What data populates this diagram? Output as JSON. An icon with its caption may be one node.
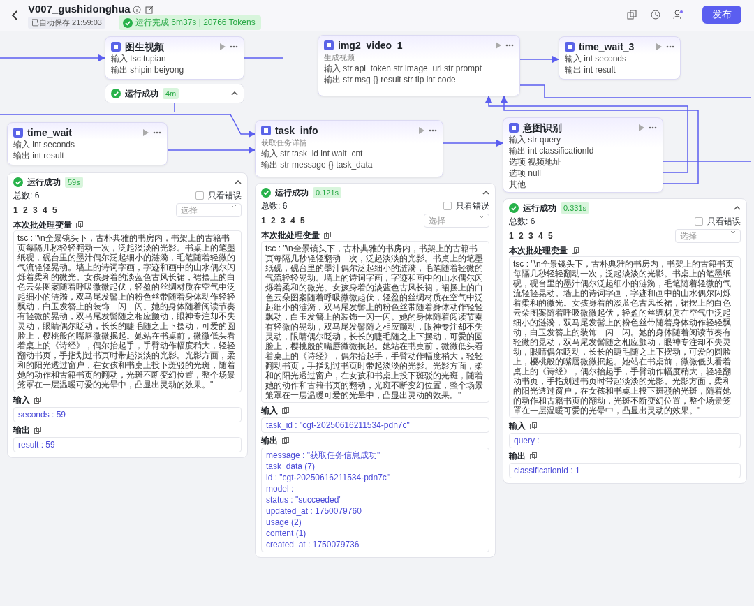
{
  "diagram": {
    "title": "V007_gushidonghua",
    "nodes": [
      {
        "text": [
          "图生视频",
          "输入 tsc tupian",
          "输出 shipin beiyong"
        ]
      },
      {
        "text": [
          "运行成功",
          "4m"
        ]
      },
      {
        "text": [
          "time_wait",
          "输入 int seconds",
          "输出 int result"
        ]
      },
      {
        "text": [
          "运行成功",
          "59s",
          "总数: 6",
          "只看错误",
          "1 2 3 4 5",
          "选择",
          "本次批处理变量",
          "tsc : \"\\n全景镜头下，古朴典雅的书房内，书架上的古籍书页每隔几秒轻轻翻动一次，泛起淡淡的光影。书桌上的笔墨纸砚，砚台里的墨汁偶尔泛起细小的涟漪，毛笔随着轻微的气流轻轻晃动。墙上的诗词字画，字迹和画中的山水偶尔闪烁着柔和的微光。女孩身着的淡蓝色古风长裙，裙摆上的白色云朵图案随着呼吸微微起伏，轻盈的丝绸材质在空气中泛起细小的涟漪，双马尾发髻上的粉色丝带随着身体动作轻轻飘动，白玉发簪上的装饰一闪一闪。她的身体随着阅读节奏有轻微的晃动，双马尾发髻随之相应颤动，眼神专注却不失灵动，眼睛偶尔眨动，长长的睫毛随之上下摆动，可爱的圆脸上，樱桃般的嘴唇微微抿起。她站在书桌前，微微低头看着桌上的《诗经》，偶尔抬起手，手臂动作幅度稍大，轻轻翻动书页，手指划过书页时带起淡淡的光影。光影方面，柔和的阳光透过窗户，在女孩和书桌上投下斑驳的光斑，随着她的动作和古籍书页的翻动，光斑不断变幻位置，整个场景笼罩在一层温暖可爱的光晕中，凸显出灵动的效果。\"",
          "输入",
          "seconds : 59",
          "输出",
          "result : 59"
        ]
      },
      {
        "text": [
          "task_info",
          "获取任务详情",
          "输入 str task_id int wait_cnt",
          "输出 str message {} task_data"
        ]
      },
      {
        "text": [
          "运行成功",
          "0.121s",
          "总数: 6",
          "只看错误",
          "1 2 3 4 5",
          "选择",
          "本次批处理变量",
          "tsc : \"\\n全景镜头下，古朴典雅的书房内，书架上的古籍书页每隔几秒轻轻翻动一次，泛起淡淡的光影。书桌上的笔墨纸砚，砚台里的墨汁偶尔泛起细小的涟漪，毛笔随着轻微的气流轻轻晃动。墙上的诗词字画，字迹和画中的山水偶尔闪烁着柔和的微光。女孩身着的淡蓝色古风长裙，裙摆上的白色云朵图案随着呼吸微微起伏，轻盈的丝绸材质在空气中泛起细小的涟漪，双马尾发髻上的粉色丝带随着身体动作轻轻飘动，白玉发簪上的装饰一闪一闪。她的身体随着阅读节奏有轻微的晃动，双马尾发髻随之相应颤动，眼神专注却不失灵动，眼睛偶尔眨动，长长的睫毛随之上下摆动，可爱的圆脸上，樱桃般的嘴唇微微抿起。她站在书桌前，微微低头看着桌上的《诗经》，偶尔抬起手，手臂动作幅度稍大，轻轻翻动书页，手指划过书页时带起淡淡的光影。光影方面，柔和的阳光透过窗户，在女孩和书桌上投下斑驳的光斑，随着她的动作和古籍书页的翻动，光斑不断变幻位置，整个场景笼罩在一层温暖可爱的光晕中，凸显出灵动的效果。\"",
          "输入",
          "task_id : \"cgt-20250616211534-pdn7c\"",
          "输出",
          "message : \"获取任务信息成功\"",
          "task_data (7)",
          "id : \"cgt-20250616211534-pdn7c\"",
          "model :",
          "status : \"succeeded\"",
          "updated_at : 1750079760",
          "usage (2)",
          "content (1)",
          "created_at : 1750079736"
        ]
      },
      {
        "text": [
          "意图识别",
          "输入 str query",
          "输出 int classificationId",
          "选项 视频地址",
          "选项 null",
          "其他"
        ]
      },
      {
        "text": [
          "运行成功",
          "0.331s",
          "总数: 6",
          "只看错误",
          "1 2 3 4 5",
          "选择",
          "本次批处理变量",
          "tsc : \"\\n全景镜头下，古朴典雅的书房内，书架上的古籍书页每隔几秒轻轻翻动一次，泛起淡淡的光影。书桌上的笔墨纸砚，砚台里的墨汁偶尔泛起细小的涟漪，毛笔随着轻微的气流轻轻晃动。墙上的诗词字画，字迹和画中的山水偶尔闪烁着柔和的微光。女孩身着的淡蓝色古风长裙，裙摆上的白色云朵图案随着呼吸微微起伏，轻盈的丝绸材质在空气中泛起细小的涟漪，双马尾发髻上的粉色丝带随着身体动作轻轻飘动，白玉发簪上的装饰一闪一闪。她的身体随着阅读节奏有轻微的晃动，双马尾发髻随之相应颤动，眼神专注却不失灵动，眼睛偶尔眨动，长长的睫毛随之上下摆动，可爱的圆脸上，樱桃般的嘴唇微微抿起。她站在书桌前，微微低头看着桌上的《诗经》，偶尔抬起手，手臂动作幅度稍大，轻轻翻动书页，手指划过书页时带起淡淡的光影。光影方面，柔和的阳光透过窗户，在女孩和书桌上投下斑驳的光斑，随着她的动作和古籍书页的翻动，光斑不断变幻位置，整个场景笼罩在一层温暖可爱的光晕中，凸显出灵动的效果。\"",
          "输入",
          "query :",
          "输出",
          "classificationId : 1"
        ]
      },
      {
        "text": [
          "img2_video_1",
          "生成视频",
          "输入 str api_token str image_url str prompt",
          "输出 str msg {} result str tip int code"
        ]
      },
      {
        "text": [
          "time_wait_3",
          "输入 int seconds",
          "输出 int result"
        ]
      }
    ],
    "edges": [
      {
        "from": null,
        "to": 0,
        "arrow": "to"
      },
      {
        "from": 0,
        "to": null,
        "arrow": "none"
      },
      {
        "from": 1,
        "to": null,
        "arrow": "none"
      },
      {
        "from": null,
        "to": 4,
        "arrow": "to"
      },
      {
        "from": 2,
        "to": 4,
        "arrow": "to"
      },
      {
        "from": 4,
        "to": 6,
        "arrow": "to"
      },
      {
        "from": 6,
        "to": null,
        "arrow": "none"
      },
      {
        "from": 6,
        "to": 8,
        "arrow": "to"
      },
      {
        "from": 6,
        "to": 8,
        "arrow": "to"
      },
      {
        "from": 8,
        "to": 9,
        "arrow": "to"
      },
      {
        "from": 8,
        "to": null,
        "arrow": "none"
      }
    ],
    "labels": [
      "已自动保存 21:59:03",
      "运行完成 6m37s | 20766 Tokens",
      "发布"
    ]
  }
}
